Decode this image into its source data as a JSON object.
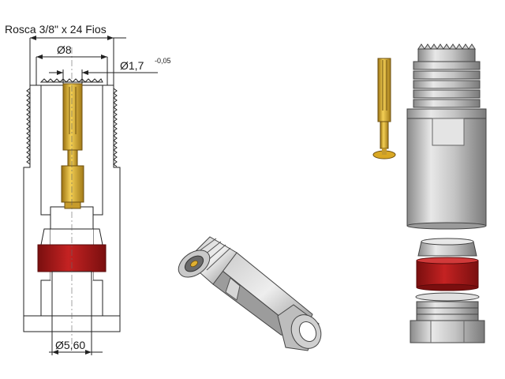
{
  "labels": {
    "thread": "Rosca 3/8\" x 24 Fios",
    "outer_dia": "Ø8",
    "pin_dia": "Ø1,7",
    "pin_tol": "-0,05",
    "bore_dia": "Ø5,60"
  },
  "colors": {
    "metal_light": "#e2e2e2",
    "metal_mid": "#b8b8b8",
    "metal_dark": "#7a7a7a",
    "gold": "#e0b030",
    "gold_dark": "#9a7212",
    "gasket_red": "#b01818",
    "insulator_hatch": "#555555"
  }
}
